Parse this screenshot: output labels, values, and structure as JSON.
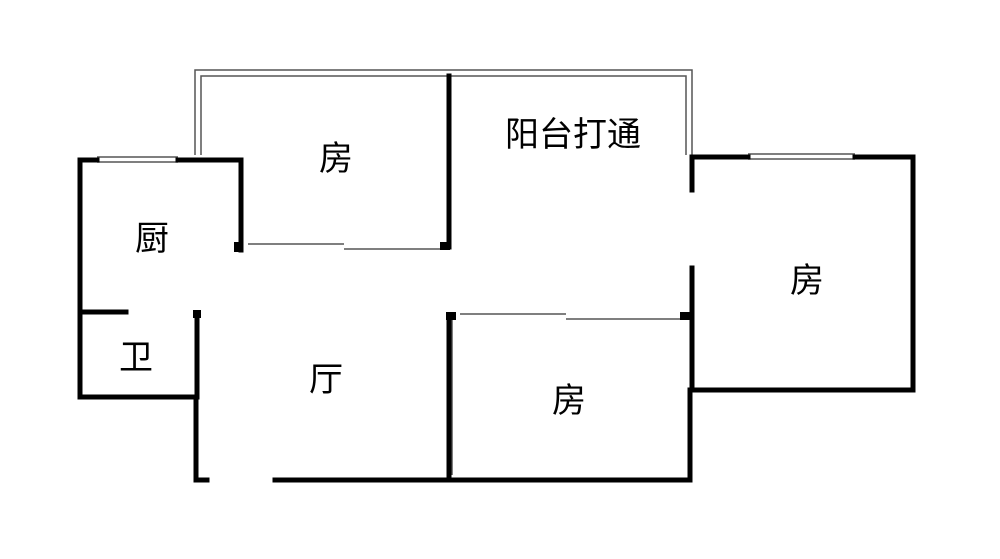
{
  "colors": {
    "background": "#ffffff",
    "wall": "#000000",
    "thin_line": "#555555"
  },
  "rooms": {
    "kitchen": "厨",
    "bathroom": "卫",
    "living_room": "厅",
    "bedroom_top": "房",
    "bedroom_right": "房",
    "bedroom_bottom": "房",
    "balcony": "阳台打通"
  }
}
